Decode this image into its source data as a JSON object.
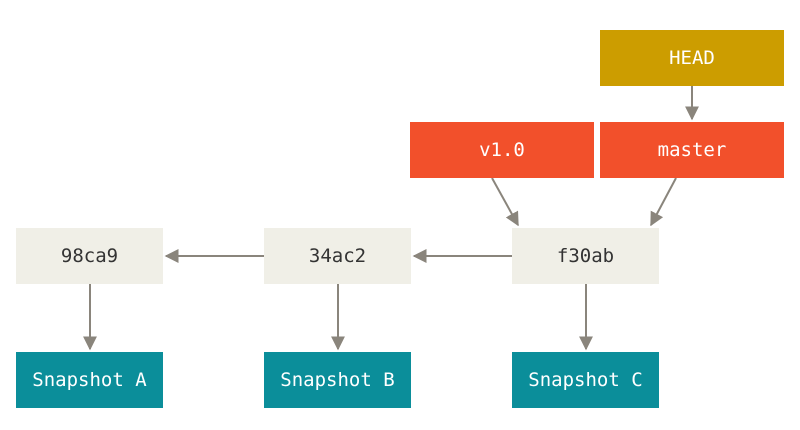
{
  "head": {
    "label": "HEAD"
  },
  "refs": {
    "tag": "v1.0",
    "branch": "master"
  },
  "commits": [
    {
      "hash": "98ca9",
      "snapshot": "Snapshot A"
    },
    {
      "hash": "34ac2",
      "snapshot": "Snapshot B"
    },
    {
      "hash": "f30ab",
      "snapshot": "Snapshot C"
    }
  ],
  "colors": {
    "commit_bg": "#f0efe7",
    "snapshot_bg": "#0b8e9a",
    "ref_bg": "#f2502b",
    "head_bg": "#cc9d00",
    "arrow": "#8a857c"
  }
}
